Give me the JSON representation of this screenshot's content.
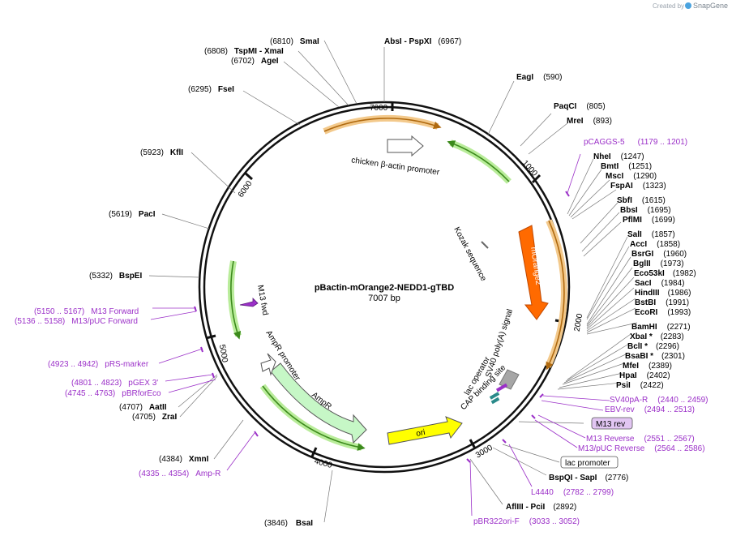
{
  "credit": "Created by",
  "credit_brand": "SnapGene",
  "plasmid": {
    "name": "pBactin-mOrange2-NEDD1-gTBD",
    "length": "7007 bp"
  },
  "ticks": [
    "1000",
    "2000",
    "3000",
    "4000",
    "5000",
    "6000",
    "7000"
  ],
  "sites_right": [
    {
      "name": "AbsI  - PspXI",
      "pos": "(6967)"
    },
    {
      "name": "EagI",
      "pos": "(590)"
    },
    {
      "name": "PaqCI",
      "pos": "(805)"
    },
    {
      "name": "MreI",
      "pos": "(893)"
    },
    {
      "name": "NheI",
      "pos": "(1247)"
    },
    {
      "name": "BmtI",
      "pos": "(1251)"
    },
    {
      "name": "MscI",
      "pos": "(1290)"
    },
    {
      "name": "FspAI",
      "pos": "(1323)"
    },
    {
      "name": "SbfI",
      "pos": "(1615)"
    },
    {
      "name": "BbsI",
      "pos": "(1695)"
    },
    {
      "name": "PflMI",
      "pos": "(1699)"
    },
    {
      "name": "SalI",
      "pos": "(1857)"
    },
    {
      "name": "AccI",
      "pos": "(1858)"
    },
    {
      "name": "BsrGI",
      "pos": "(1960)"
    },
    {
      "name": "BglII",
      "pos": "(1973)"
    },
    {
      "name": "Eco53kI",
      "pos": "(1982)"
    },
    {
      "name": "SacI",
      "pos": "(1984)"
    },
    {
      "name": "HindIII",
      "pos": "(1986)"
    },
    {
      "name": "BstBI",
      "pos": "(1991)"
    },
    {
      "name": "EcoRI",
      "pos": "(1993)"
    },
    {
      "name": "BamHI",
      "pos": "(2271)"
    },
    {
      "name": "XbaI *",
      "pos": "(2283)"
    },
    {
      "name": "BclI *",
      "pos": "(2296)"
    },
    {
      "name": "BsaBI *",
      "pos": "(2301)"
    },
    {
      "name": "MfeI",
      "pos": "(2389)"
    },
    {
      "name": "HpaI",
      "pos": "(2402)"
    },
    {
      "name": "PsiI",
      "pos": "(2422)"
    },
    {
      "name": "BspQI  - SapI",
      "pos": "(2776)"
    },
    {
      "name": "AflIII  - PciI",
      "pos": "(2892)"
    },
    {
      "name": "BsaI",
      "pos": "(3846)"
    }
  ],
  "sites_left": [
    {
      "name": "SmaI",
      "pos": "(6810)"
    },
    {
      "name": "TspMI  - XmaI",
      "pos": "(6808)"
    },
    {
      "name": "AgeI",
      "pos": "(6702)"
    },
    {
      "name": "FseI",
      "pos": "(6295)"
    },
    {
      "name": "KflI",
      "pos": "(5923)"
    },
    {
      "name": "PacI",
      "pos": "(5619)"
    },
    {
      "name": "BspEI",
      "pos": "(5332)"
    },
    {
      "name": "AatII",
      "pos": "(4707)"
    },
    {
      "name": "ZraI",
      "pos": "(4705)"
    },
    {
      "name": "XmnI",
      "pos": "(4384)"
    }
  ],
  "primers": [
    {
      "name": "pCAGGS-5",
      "pos": "(1179 .. 1201)"
    },
    {
      "name": "SV40pA-R",
      "pos": "(2440 .. 2459)"
    },
    {
      "name": "EBV-rev",
      "pos": "(2494 .. 2513)"
    },
    {
      "name": "M13 rev",
      "pos": ""
    },
    {
      "name": "M13 Reverse",
      "pos": "(2551 .. 2567)"
    },
    {
      "name": "M13/pUC Reverse",
      "pos": "(2564 .. 2586)"
    },
    {
      "name": "lac promoter",
      "pos": ""
    },
    {
      "name": "L4440",
      "pos": "(2782 .. 2799)"
    },
    {
      "name": "pBR322ori-F",
      "pos": "(3033 .. 3052)"
    },
    {
      "name": "M13 Forward",
      "pos": "(5150 .. 5167)"
    },
    {
      "name": "M13/pUC Forward",
      "pos": "(5136 .. 5158)"
    },
    {
      "name": "pRS-marker",
      "pos": "(4923 .. 4942)"
    },
    {
      "name": "pGEX 3'",
      "pos": "(4801 .. 4823)"
    },
    {
      "name": "pBRforEco",
      "pos": "(4745 .. 4763)"
    },
    {
      "name": "Amp-R",
      "pos": "(4335 .. 4354)"
    }
  ],
  "features": {
    "chicken": "chicken β-actin promoter",
    "kozak": "Kozak sequence",
    "morange": "mOrange2",
    "sv40": "SV40 poly(A) signal",
    "lacop": "lac operator",
    "cap": "CAP binding site",
    "ori": "ori",
    "ampr": "AmpR",
    "amprprom": "AmpR promoter",
    "m13fwd": "M13 fwd"
  },
  "colors": {
    "backbone": "#111111",
    "promoter_halo": "#f3c98b",
    "promoter_line": "#b06a10",
    "green_halo": "#b9ec9a",
    "green_line": "#3c8a1c",
    "morange": "#ff6a00",
    "ori": "#ffff00",
    "ampr": "#c6f7c6",
    "primer": "#9b30c8",
    "polyA": "#a6a6a6"
  }
}
